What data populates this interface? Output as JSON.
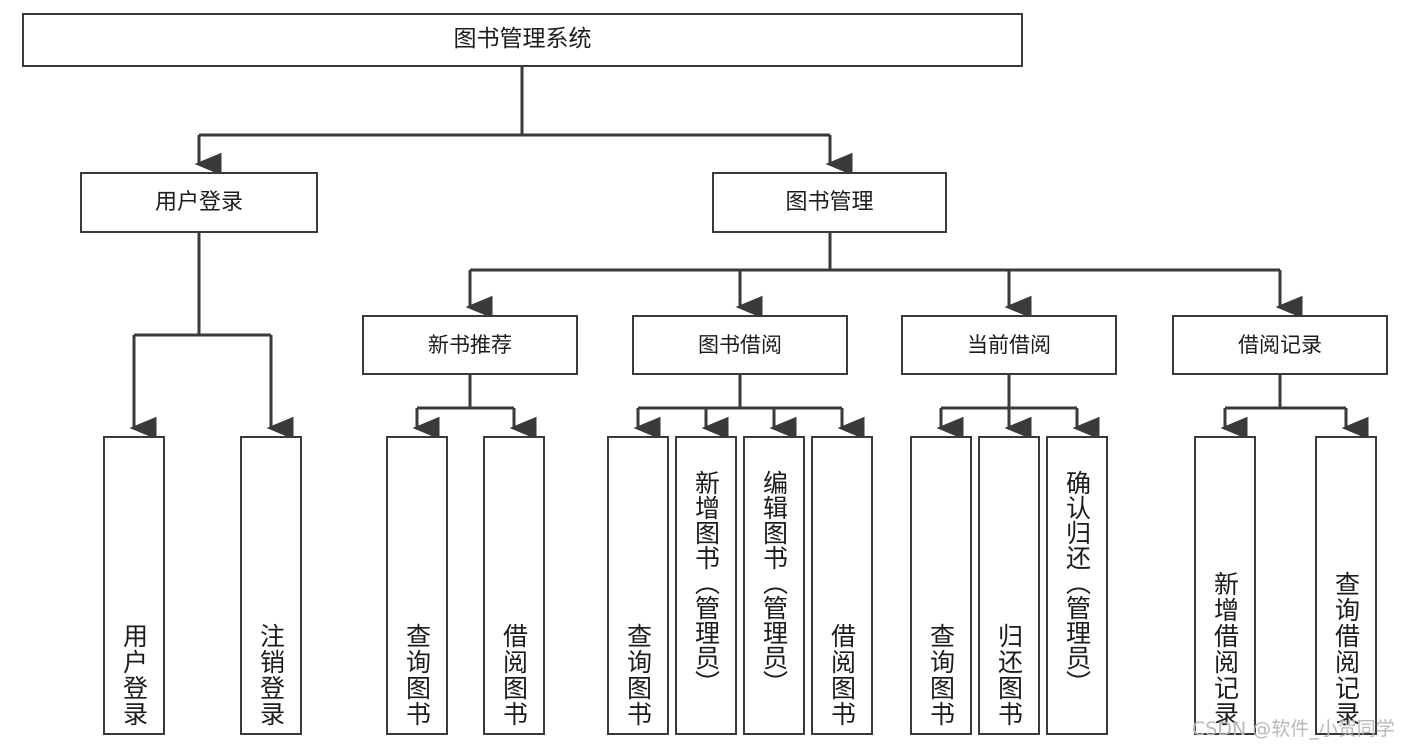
{
  "diagram": {
    "title": "图书管理系统",
    "root": {
      "label": "图书管理系统"
    },
    "level1": [
      {
        "label": "用户登录"
      },
      {
        "label": "图书管理"
      }
    ],
    "level2": [
      {
        "label": "新书推荐"
      },
      {
        "label": "图书借阅"
      },
      {
        "label": "当前借阅"
      },
      {
        "label": "借阅记录"
      }
    ],
    "leaves": {
      "user_login": [
        {
          "label": "用户登录"
        },
        {
          "label": "注销登录"
        }
      ],
      "new_book_recommend": [
        {
          "label": "查询图书"
        },
        {
          "label": "借阅图书"
        }
      ],
      "book_borrow": [
        {
          "label": "查询图书"
        },
        {
          "label": "新增图书（管理员）"
        },
        {
          "label": "编辑图书（管理员）"
        },
        {
          "label": "借阅图书"
        }
      ],
      "current_borrow": [
        {
          "label": "查询图书"
        },
        {
          "label": "归还图书"
        },
        {
          "label": "确认归还（管理员）"
        }
      ],
      "borrow_record": [
        {
          "label": "新增借阅记录"
        },
        {
          "label": "查询借阅记录"
        }
      ]
    }
  },
  "watermark": {
    "text": "CSDN @软件_小贺同学"
  },
  "colors": {
    "border": "#3a3a3a",
    "text": "#1c1c1c",
    "background": "#ffffff",
    "watermark": "#b9b9b9"
  }
}
